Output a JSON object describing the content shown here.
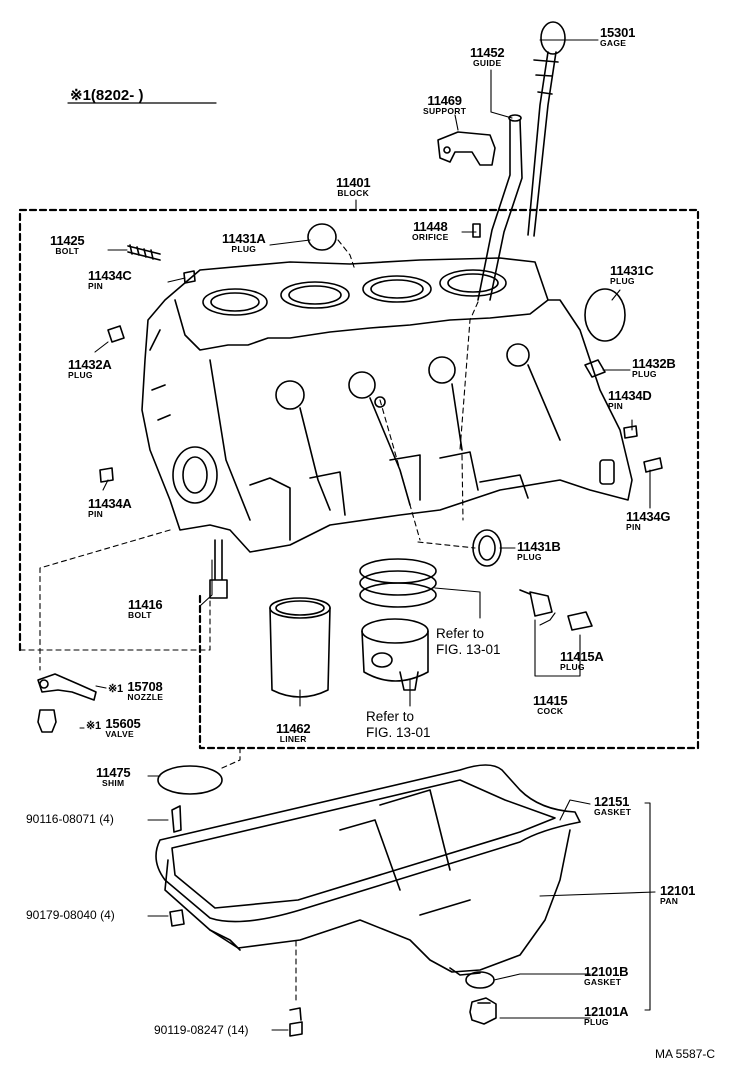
{
  "header": {
    "applicability": "※1(8202-      )"
  },
  "document_code": "MA 5587-C",
  "parts": {
    "gage": {
      "number": "15301",
      "name": "GAGE"
    },
    "guide": {
      "number": "11452",
      "name": "GUIDE"
    },
    "support": {
      "number": "11469",
      "name": "SUPPORT"
    },
    "block": {
      "number": "11401",
      "name": "BLOCK"
    },
    "orifice": {
      "number": "11448",
      "name": "ORIFICE"
    },
    "bolt_stud": {
      "number": "11425",
      "name": "BOLT"
    },
    "plug_a": {
      "number": "11431A",
      "name": "PLUG"
    },
    "pin_c": {
      "number": "11434C",
      "name": "PIN"
    },
    "plug_c": {
      "number": "11431C",
      "name": "PLUG"
    },
    "plug_32a": {
      "number": "11432A",
      "name": "PLUG"
    },
    "plug_32b": {
      "number": "11432B",
      "name": "PLUG"
    },
    "pin_d": {
      "number": "11434D",
      "name": "PIN"
    },
    "pin_a": {
      "number": "11434A",
      "name": "PIN"
    },
    "pin_g": {
      "number": "11434G",
      "name": "PIN"
    },
    "plug_b": {
      "number": "11431B",
      "name": "PLUG"
    },
    "bolt": {
      "number": "11416",
      "name": "BOLT"
    },
    "plug_15a": {
      "number": "11415A",
      "name": "PLUG"
    },
    "cock": {
      "number": "11415",
      "name": "COCK"
    },
    "nozzle": {
      "number": "15708",
      "name": "NOZZLE",
      "mark": "※1"
    },
    "valve": {
      "number": "15605",
      "name": "VALVE",
      "mark": "※1"
    },
    "liner": {
      "number": "11462",
      "name": "LINER"
    },
    "shim": {
      "number": "11475",
      "name": "SHIM"
    },
    "gasket": {
      "number": "12151",
      "name": "GASKET"
    },
    "pan": {
      "number": "12101",
      "name": "PAN"
    },
    "gasket_b": {
      "number": "12101B",
      "name": "GASKET"
    },
    "plug_01a": {
      "number": "12101A",
      "name": "PLUG"
    }
  },
  "references": {
    "rings": {
      "line1": "Refer to",
      "line2": "FIG. 13-01"
    },
    "piston": {
      "line1": "Refer to",
      "line2": "FIG. 13-01"
    }
  },
  "fasteners": [
    {
      "part": "90116-08071",
      "qty": "(4)"
    },
    {
      "part": "90179-08040",
      "qty": "(4)"
    },
    {
      "part": "90119-08247",
      "qty": "(14)"
    }
  ]
}
